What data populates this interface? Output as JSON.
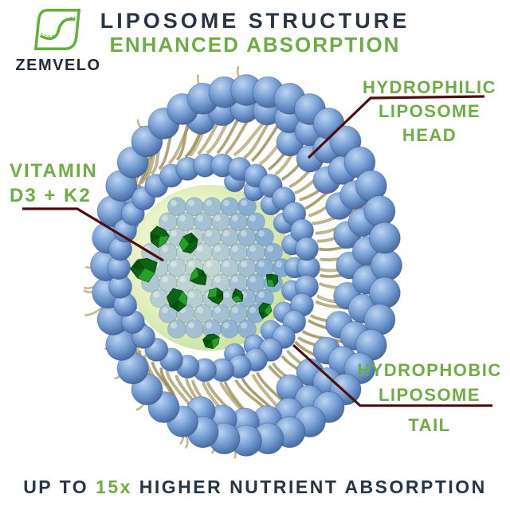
{
  "brand": {
    "name": "ZEMVELO"
  },
  "header": {
    "title": "LIPOSOME STRUCTURE",
    "subtitle": "ENHANCED ABSORPTION"
  },
  "callouts": {
    "vitamin": {
      "line1": "VITAMIN",
      "line2": "D3 + K2"
    },
    "hydrophilic": {
      "line1": "HYDROPHILIC",
      "line2": "LIPOSOME",
      "line3": "HEAD"
    },
    "hydrophobic": {
      "line1": "HYDROPHOBIC",
      "line2": "LIPOSOME",
      "line3": "TAIL"
    }
  },
  "footer": {
    "prefix": "UP TO ",
    "highlight": "15x",
    "suffix": " HIGHER NUTRIENT ABSORPTION"
  },
  "colors": {
    "title_dark": "#273645",
    "accent_green": "#6cae43",
    "logo_green": "#5cb336",
    "pointer_maroon": "#4f0e0e",
    "bead_blue_light": "#bcd4f2",
    "bead_blue": "#7ba2d6",
    "bead_blue_dark": "#3a5c96",
    "tail_tan_light": "#cfc28c",
    "tail_tan": "#a89b62",
    "tail_tan_dark": "#6e6638",
    "core_green_pale": "#f8fce6",
    "core_green": "#e9f4c8",
    "core_green_edge": "#c2dd9b",
    "bubble_green": "#dcead2",
    "bubble_blue": "#7fa6d2",
    "vitamin_green_dark": "#0b6414",
    "vitamin_green": "#2fae2f",
    "vitamin_green_deep": "#07450d"
  }
}
